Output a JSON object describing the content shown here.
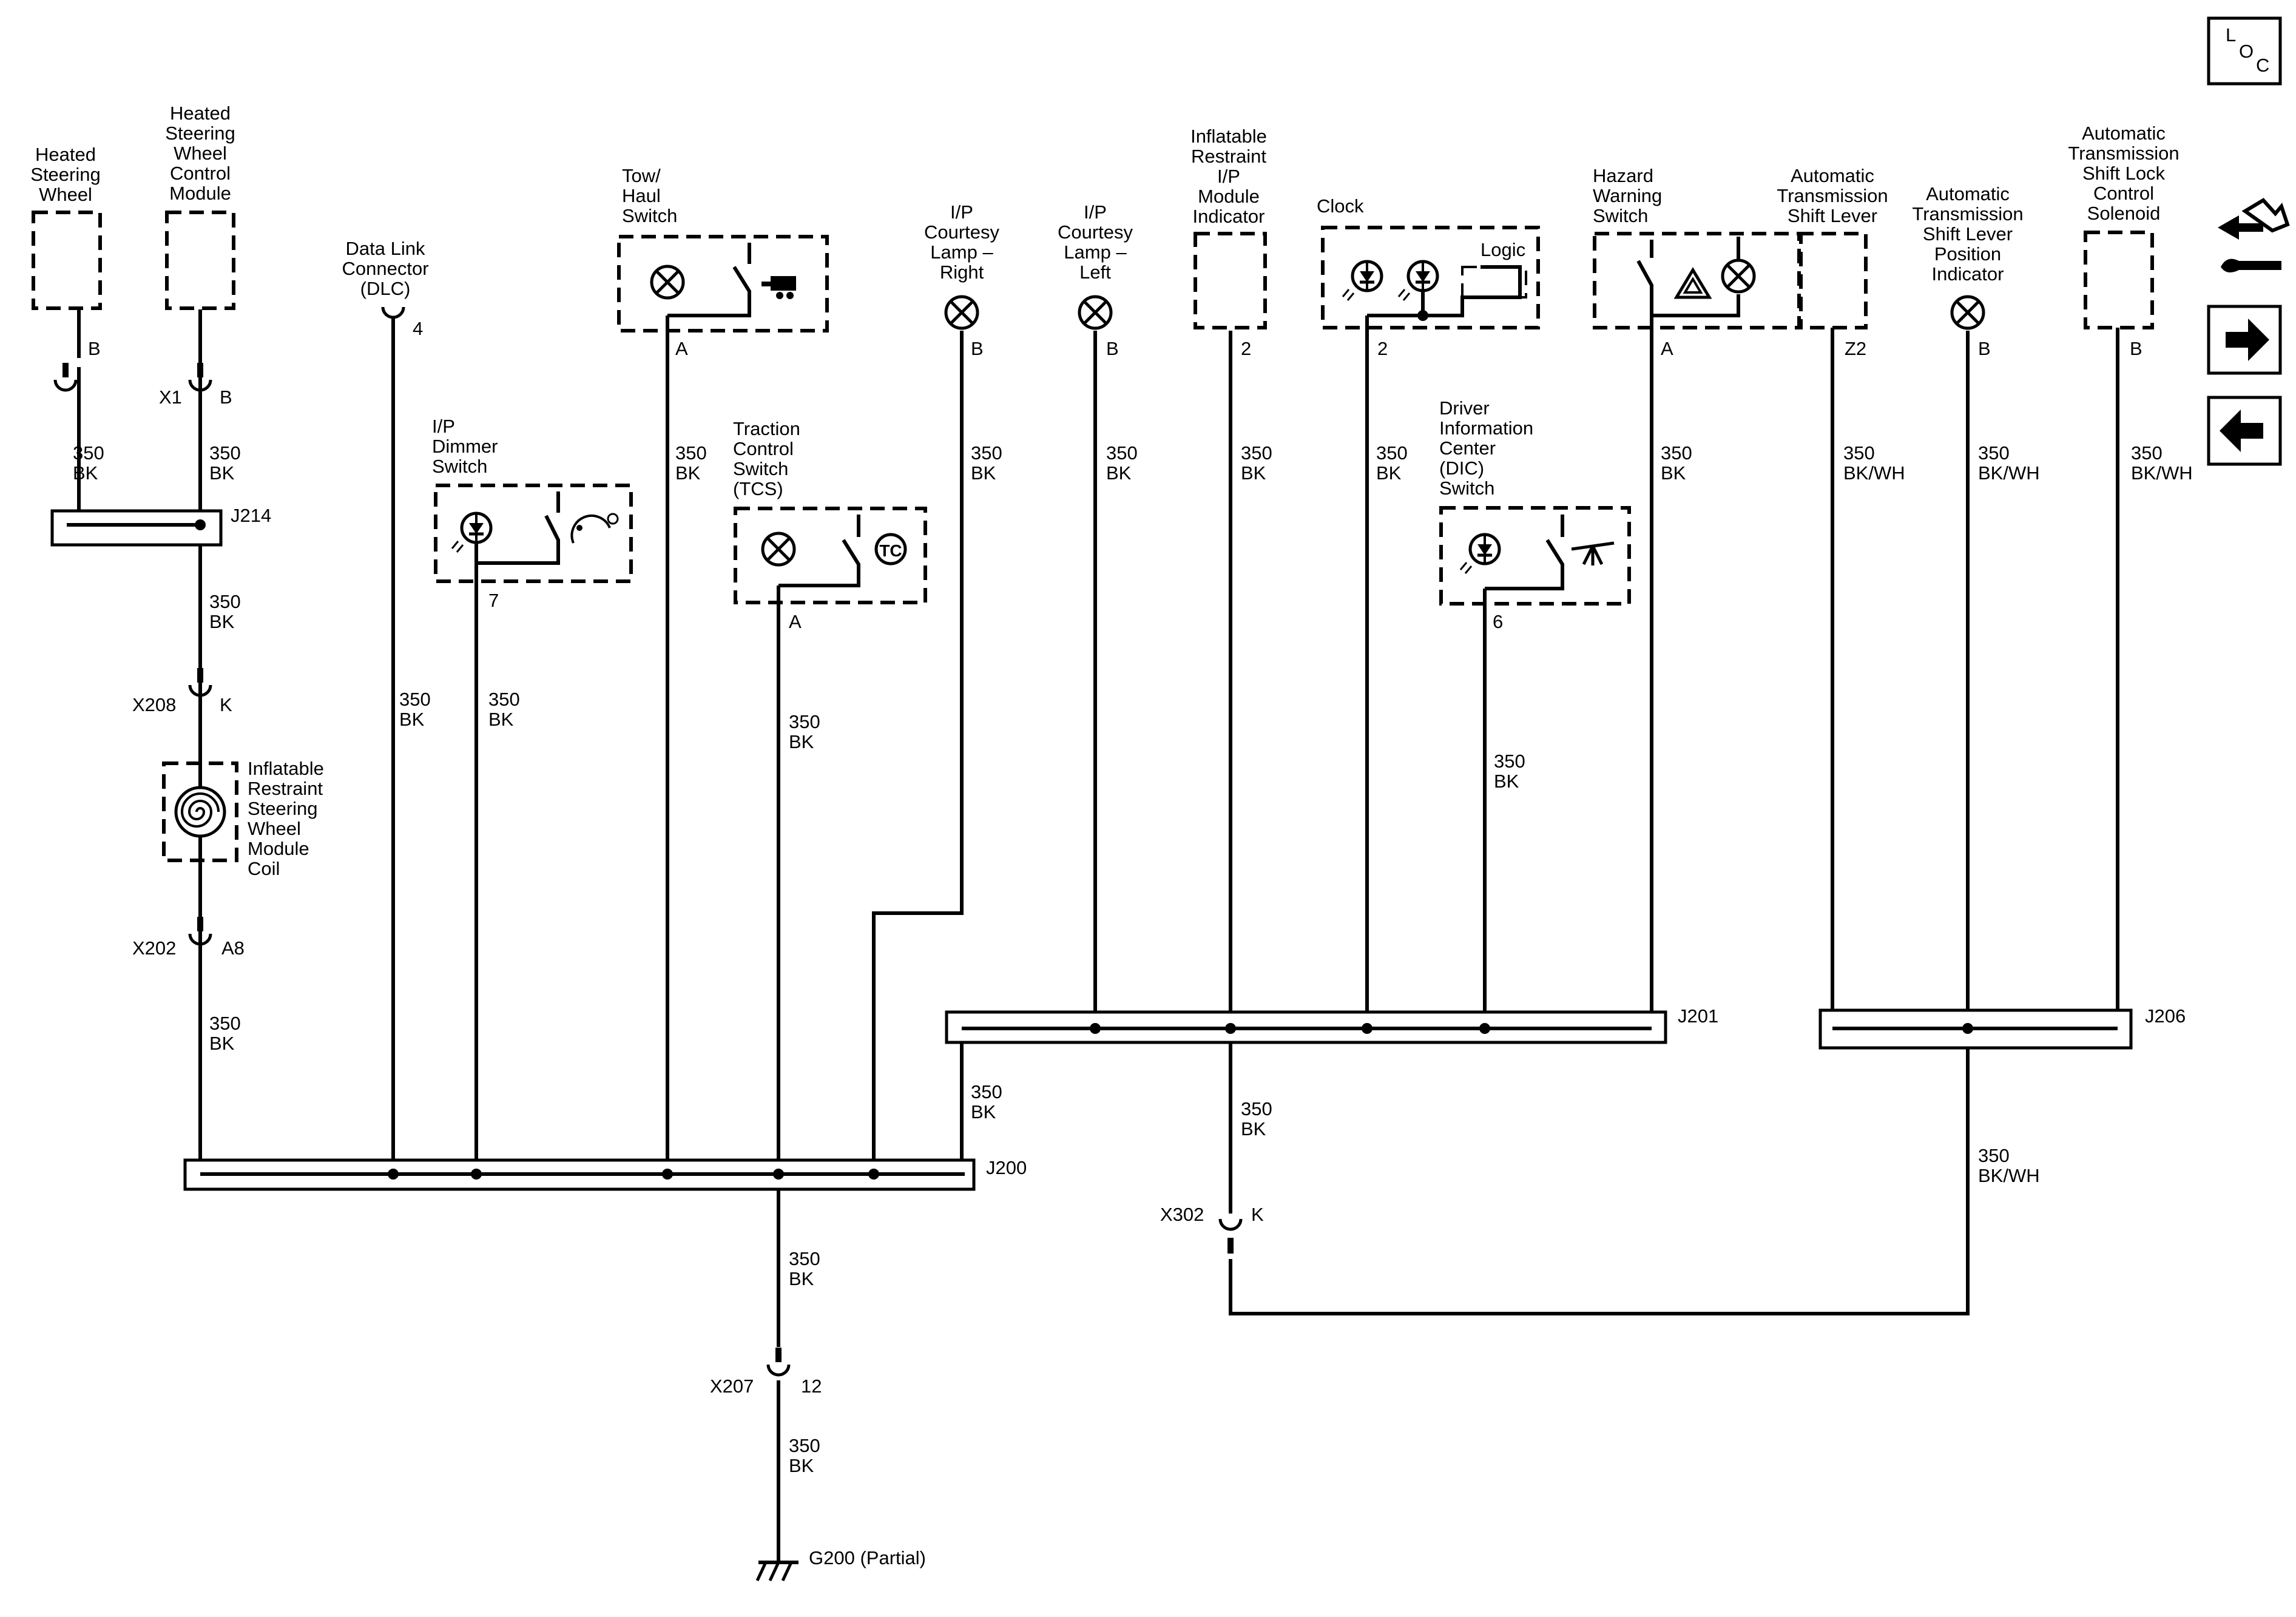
{
  "components": {
    "heated_steering_wheel": "Heated Steering Wheel",
    "heated_steering_wheel_control_module": "Heated Steering Wheel Control Module",
    "data_link_connector": "Data Link Connector (DLC)",
    "ip_dimmer_switch": "I/P Dimmer Switch",
    "tow_haul_switch": "Tow/ Haul Switch",
    "traction_control_switch": "Traction Control Switch (TCS)",
    "ip_courtesy_lamp_right": "I/P Courtesy Lamp – Right",
    "ip_courtesy_lamp_left": "I/P Courtesy Lamp – Left",
    "inflatable_restraint_ip_module_indicator": "Inflatable Restraint I/P Module Indicator",
    "clock": "Clock",
    "logic": "Logic",
    "dic_switch": "Driver Information Center (DIC) Switch",
    "hazard_warning_switch": "Hazard Warning Switch",
    "at_shift_lever": "Automatic Transmission Shift Lever",
    "at_shift_lever_position_indicator": "Automatic Transmission Shift Lever Position Indicator",
    "at_shift_lock_control_solenoid": "Automatic Transmission Shift Lock Control Solenoid",
    "ir_steering_wheel_module_coil": "Inflatable Restraint Steering Wheel Module Coil",
    "ground": "G200 (Partial)"
  },
  "pins": {
    "hsw": "B",
    "hswcm": "B",
    "dlc": "4",
    "dimmer": "7",
    "tow": "A",
    "tcs": "A",
    "lamp_right": "B",
    "lamp_left": "B",
    "ir_indicator": "2",
    "clock": "2",
    "dic": "6",
    "hazard": "A",
    "shift_lever": "Z2",
    "shift_position": "B",
    "shift_lock": "B"
  },
  "connectors": {
    "x1": "X1",
    "x208": "X208",
    "x208_pin": "K",
    "x202": "X202",
    "x202_pin": "A8",
    "x207": "X207",
    "x207_pin": "12",
    "x302": "X302",
    "x302_pin": "K"
  },
  "splices": {
    "j214": "J214",
    "j200": "J200",
    "j201": "J201",
    "j206": "J206"
  },
  "wires": {
    "ckt": "350",
    "bk": "BK",
    "bkwh": "BK/WH"
  },
  "nav": {
    "loc_l": "L",
    "loc_o": "O",
    "loc_c": "C",
    "icons": [
      "connector-wrench-icon",
      "next-arrow-icon",
      "previous-arrow-icon"
    ]
  }
}
